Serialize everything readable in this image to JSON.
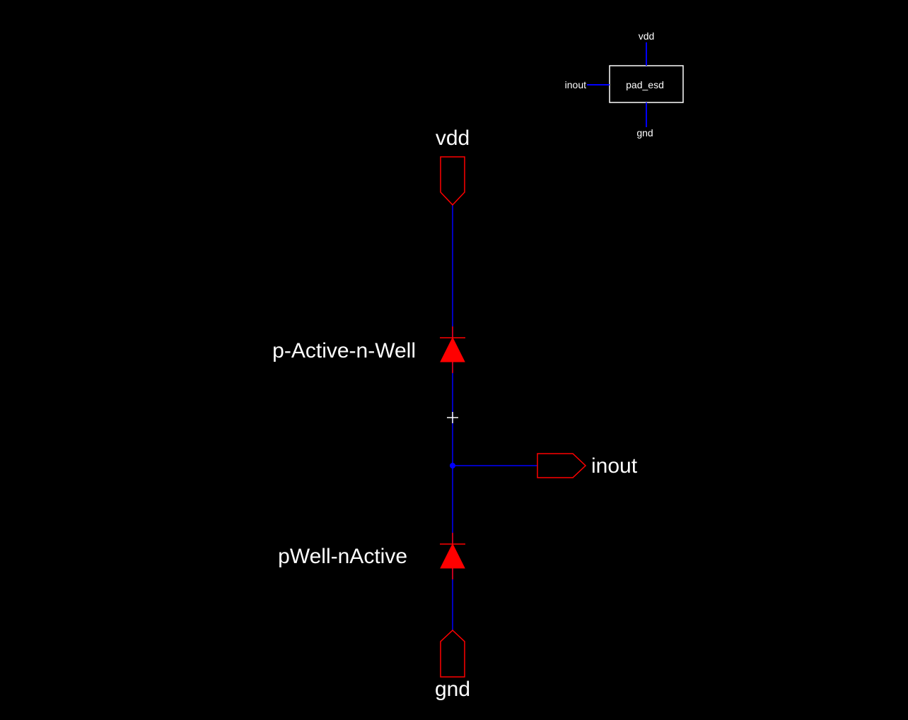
{
  "colors": {
    "background": "#000000",
    "wire": "#0000ff",
    "component": "#ff0000",
    "text": "#ffffff",
    "symbol_box": "#ffffff",
    "cursor": "#ffffff"
  },
  "symbol": {
    "name": "pad_esd",
    "pins": {
      "top": "vdd",
      "left": "inout",
      "bottom": "gnd"
    }
  },
  "ports": {
    "vdd": "vdd",
    "gnd": "gnd",
    "inout": "inout"
  },
  "diodes": {
    "upper": "p-Active-n-Well",
    "lower": "pWell-nActive"
  }
}
